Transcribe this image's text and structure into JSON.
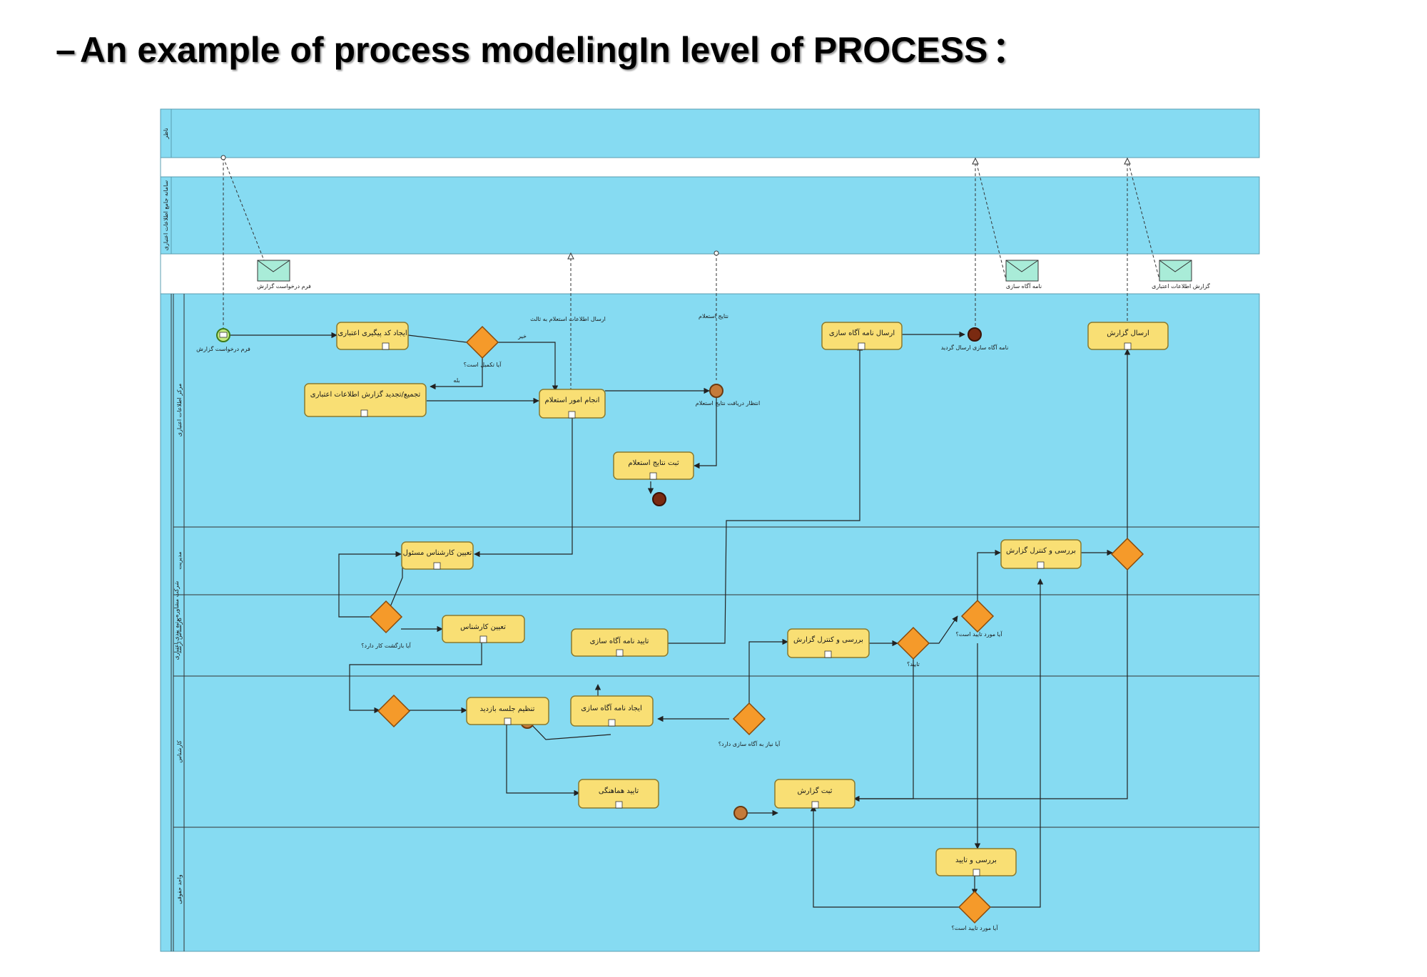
{
  "slide": {
    "title_prefix": "–",
    "title_main": "An example of process modelingIn level of  PROCESS",
    "title_suffix": "："
  },
  "pools": [
    {
      "id": "p1",
      "label": "ناظر"
    },
    {
      "id": "p2",
      "label": "سامانه جامع اطلاعات اعتباری"
    }
  ],
  "main_pool": {
    "label": "شرکت مشاوره رتبه بندی اعتباری"
  },
  "lanes": [
    {
      "id": "l1",
      "label": "مرکز اطلاعات اعتباری"
    },
    {
      "id": "l2",
      "label": "مدیریت"
    },
    {
      "id": "l3",
      "label": "کارشناس ارشد"
    },
    {
      "id": "l4",
      "label": "کارشناس"
    },
    {
      "id": "l5",
      "label": "واحد حقوقی"
    }
  ],
  "messages": [
    {
      "id": "m1",
      "label": "فرم درخواست گزارش"
    },
    {
      "id": "m2",
      "label": "نامه آگاه سازی"
    },
    {
      "id": "m3",
      "label": "گزارش اطلاعات اعتباری"
    }
  ],
  "tasks": [
    {
      "id": "t1",
      "label": "ایجاد کد پیگیری اعتباری"
    },
    {
      "id": "t2",
      "label": "تجمیع/تجدید گزارش اطلاعات اعتباری"
    },
    {
      "id": "t3",
      "label": "انجام امور استعلام"
    },
    {
      "id": "t4",
      "label": "ثبت نتایج استعلام"
    },
    {
      "id": "t5",
      "label": "ارسال نامه آگاه سازی"
    },
    {
      "id": "t6",
      "label": "ارسال گزارش"
    },
    {
      "id": "t7",
      "label": "تعیین کارشناس مسئول"
    },
    {
      "id": "t8",
      "label": "تعیین کارشناس"
    },
    {
      "id": "t9",
      "label": "تایید نامه آگاه سازی"
    },
    {
      "id": "t10",
      "label": "بررسی و کنترل گزارش"
    },
    {
      "id": "t11",
      "label": "بررسی و کنترل گزارش"
    },
    {
      "id": "t12",
      "label": "تنظیم جلسه بازدید"
    },
    {
      "id": "t13",
      "label": "ایجاد نامه آگاه سازی"
    },
    {
      "id": "t14",
      "label": "تایید هماهنگی"
    },
    {
      "id": "t15",
      "label": "ثبت گزارش"
    },
    {
      "id": "t16",
      "label": "بررسی و تایید"
    }
  ],
  "annotations": [
    {
      "id": "a1",
      "label": "فرم درخواست گزارش"
    },
    {
      "id": "a2",
      "label": "ارسال اطلاعات استعلام به ثالث"
    },
    {
      "id": "a3",
      "label": "نتایج استعلام"
    },
    {
      "id": "a4",
      "label": "آیا تکمیل است؟"
    },
    {
      "id": "a5",
      "label": "بله"
    },
    {
      "id": "a6",
      "label": "خیر"
    },
    {
      "id": "a7",
      "label": "انتظار دریافت نتایج استعلام"
    },
    {
      "id": "a8",
      "label": "نامه آگاه سازی ارسال گردید"
    },
    {
      "id": "a9",
      "label": "آیا بازگشت کار دارد؟"
    },
    {
      "id": "a10",
      "label": "آیا نیاز به آگاه سازی دارد؟"
    },
    {
      "id": "a11",
      "label": "آیا مورد تایید است؟"
    },
    {
      "id": "a12",
      "label": "تایید؟"
    },
    {
      "id": "a13",
      "label": "آیا مورد تایید است؟"
    }
  ],
  "colors": {
    "lane_bg": "#86dbf2",
    "band": "#ffffff",
    "task_fill": "#f9df74",
    "task_stroke": "#8a7a2e",
    "gateway": "#f59a2a",
    "message": "#a9ecd8",
    "line": "#333333"
  }
}
